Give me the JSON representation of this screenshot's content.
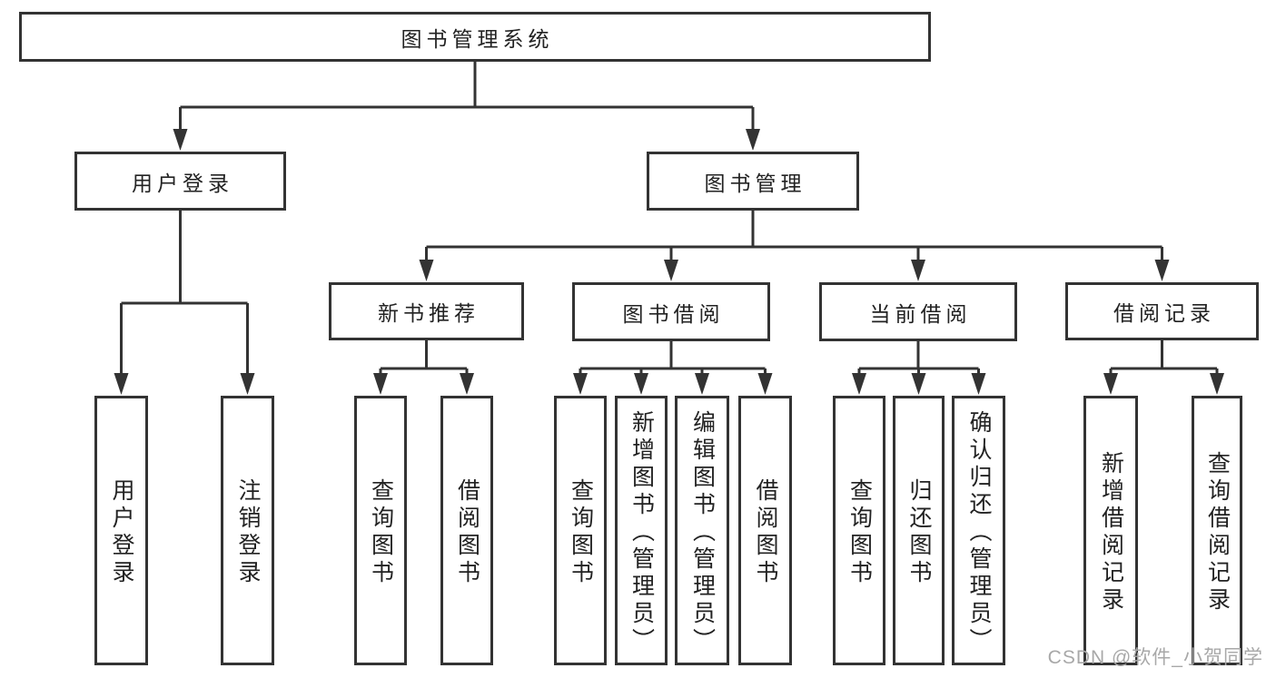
{
  "colors": {
    "background": "#ffffff",
    "line": "#333333",
    "text": "#222222",
    "watermark": "#a8a8a8"
  },
  "watermark": {
    "text": "CSDN @软件_小贺同学"
  },
  "diagram": {
    "type": "tree",
    "tree": {
      "id": "system",
      "label": "图书管理系统",
      "orientation": "horizontal",
      "children": [
        {
          "id": "user-login",
          "label": "用户登录",
          "orientation": "horizontal",
          "children": [
            {
              "id": "user-login-fn",
              "label": "用户登录",
              "orientation": "vertical"
            },
            {
              "id": "logout-fn",
              "label": "注销登录",
              "orientation": "vertical"
            }
          ]
        },
        {
          "id": "book-mgmt",
          "label": "图书管理",
          "orientation": "horizontal",
          "children": [
            {
              "id": "new-book-rec",
              "label": "新书推荐",
              "orientation": "horizontal",
              "children": [
                {
                  "id": "rec-query-books",
                  "label": "查询图书",
                  "orientation": "vertical"
                },
                {
                  "id": "rec-borrow-books",
                  "label": "借阅图书",
                  "orientation": "vertical"
                }
              ]
            },
            {
              "id": "book-borrow",
              "label": "图书借阅",
              "orientation": "horizontal",
              "children": [
                {
                  "id": "borrow-query-books",
                  "label": "查询图书",
                  "orientation": "vertical"
                },
                {
                  "id": "borrow-add-books",
                  "label": "新增图书（管理员）",
                  "orientation": "vertical"
                },
                {
                  "id": "borrow-edit-books",
                  "label": "编辑图书（管理员）",
                  "orientation": "vertical"
                },
                {
                  "id": "borrow-borrow-books",
                  "label": "借阅图书",
                  "orientation": "vertical"
                }
              ]
            },
            {
              "id": "current-borrow",
              "label": "当前借阅",
              "orientation": "horizontal",
              "children": [
                {
                  "id": "current-query-books",
                  "label": "查询图书",
                  "orientation": "vertical"
                },
                {
                  "id": "current-return-books",
                  "label": "归还图书",
                  "orientation": "vertical"
                },
                {
                  "id": "current-confirm-return",
                  "label": "确认归还（管理员）",
                  "orientation": "vertical"
                }
              ]
            },
            {
              "id": "borrow-records",
              "label": "借阅记录",
              "orientation": "horizontal",
              "children": [
                {
                  "id": "records-add",
                  "label": "新增借阅记录",
                  "orientation": "vertical"
                },
                {
                  "id": "records-query",
                  "label": "查询借阅记录",
                  "orientation": "vertical"
                }
              ]
            }
          ]
        }
      ]
    }
  }
}
